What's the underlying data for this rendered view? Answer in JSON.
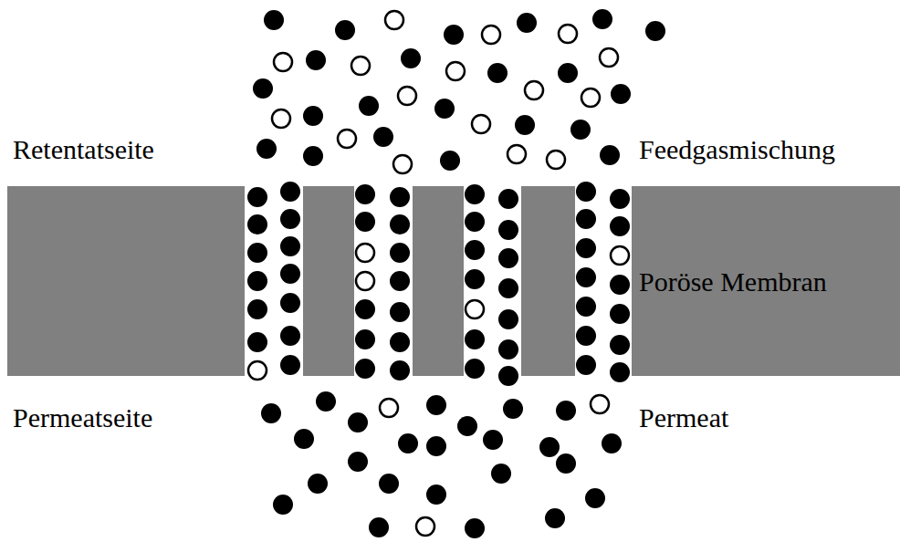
{
  "diagram": {
    "nodes": [
      {
        "text": [
          "Poröse Membran"
        ]
      }
    ],
    "labels": [
      "Retentatseite",
      "Feedgasmischung",
      "Permeatseite",
      "Permeat"
    ]
  }
}
